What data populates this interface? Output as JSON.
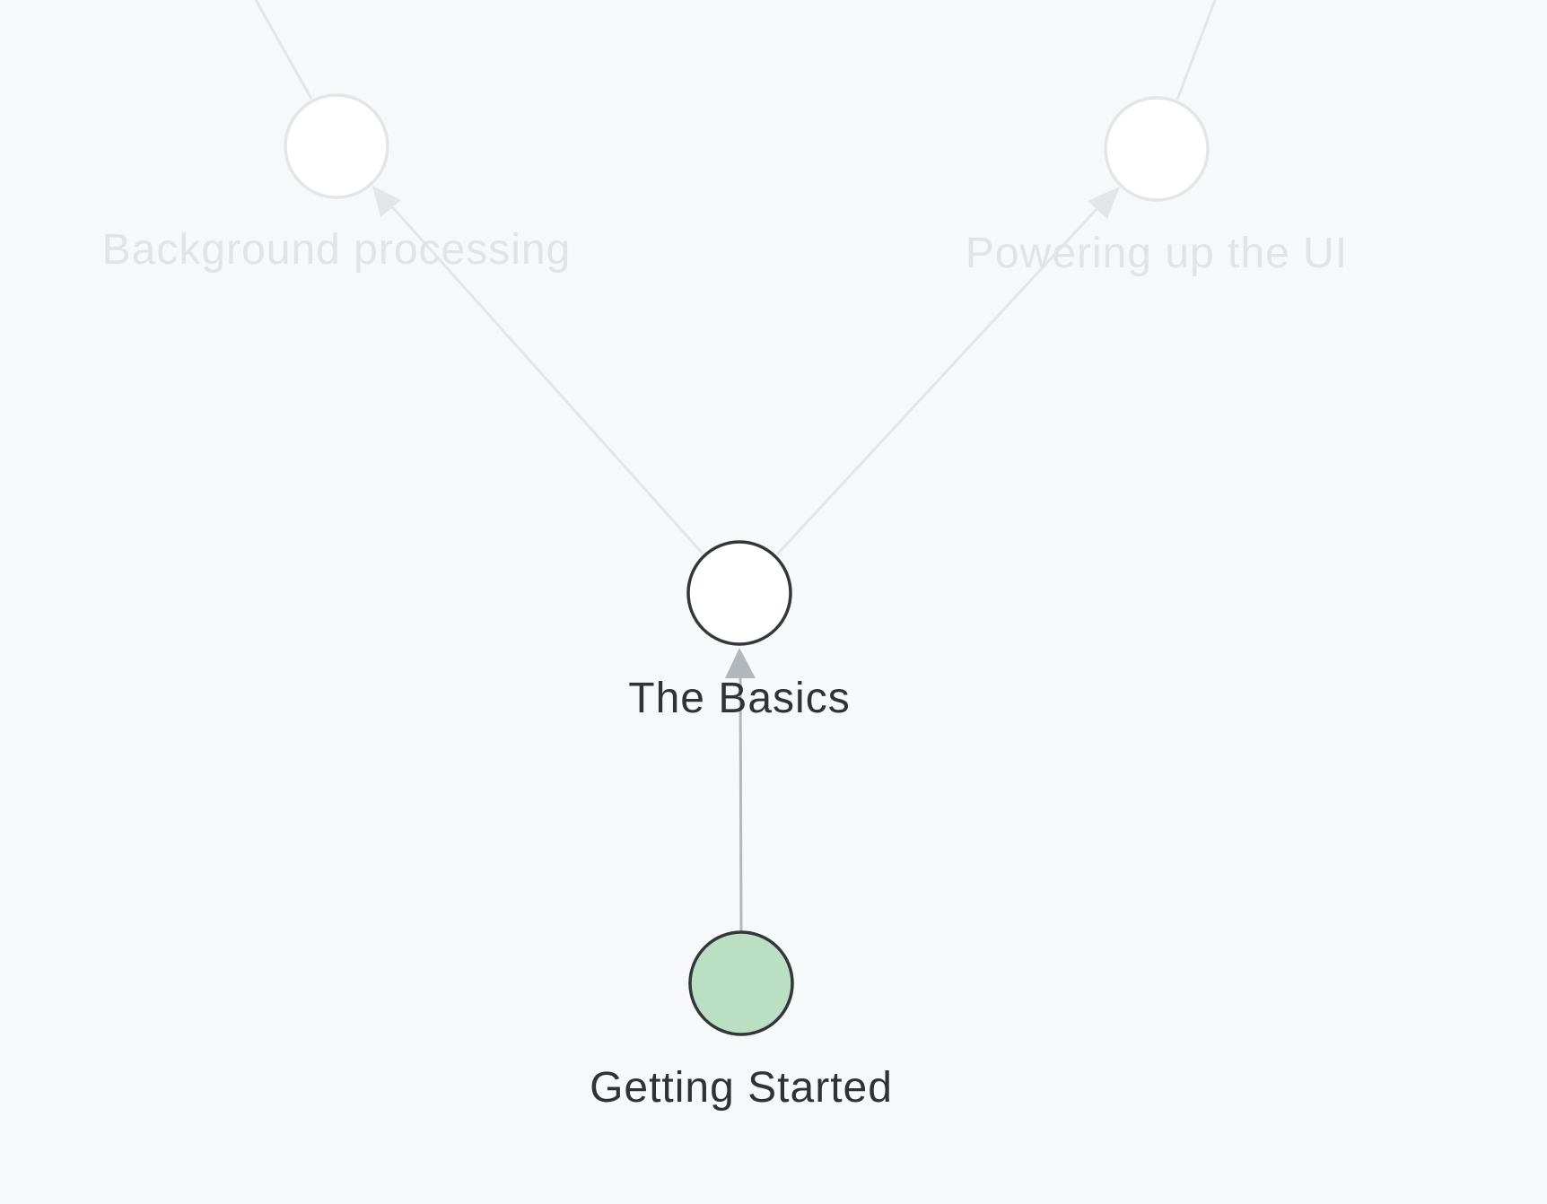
{
  "graph": {
    "nodes": [
      {
        "id": "background-processing",
        "label": "Background processing",
        "state": "faded"
      },
      {
        "id": "powering-up-ui",
        "label": "Powering up the UI",
        "state": "faded"
      },
      {
        "id": "the-basics",
        "label": "The Basics",
        "state": "active"
      },
      {
        "id": "getting-started",
        "label": "Getting Started",
        "state": "current"
      }
    ],
    "edges": [
      {
        "from": "getting-started",
        "to": "the-basics",
        "state": "active"
      },
      {
        "from": "the-basics",
        "to": "background-processing",
        "state": "faded"
      },
      {
        "from": "the-basics",
        "to": "powering-up-ui",
        "state": "faded"
      }
    ],
    "colors": {
      "background": "#f7f8fa",
      "current_node_fill": "#badfc2",
      "active_stroke": "#33363b",
      "faded_stroke": "#e3e5e8",
      "active_edge": "#b2b7bd"
    }
  }
}
